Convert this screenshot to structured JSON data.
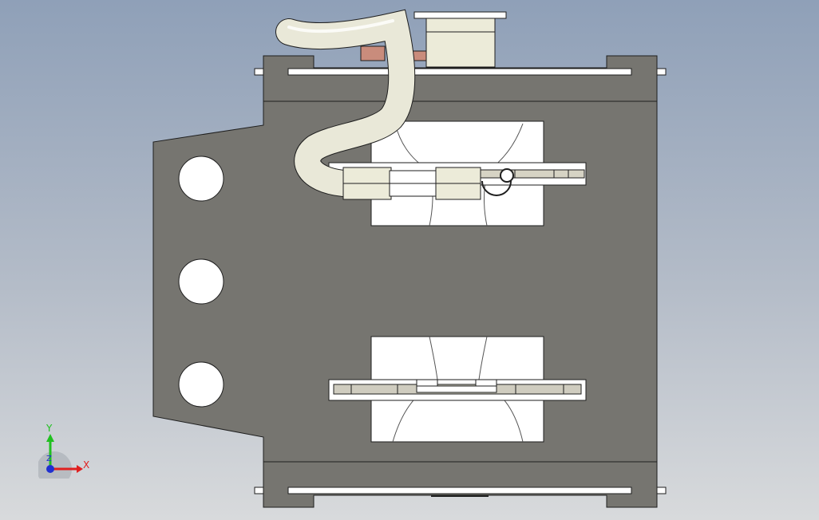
{
  "viewport": {
    "background_top": "#8fa0b8",
    "background_bottom": "#d8dadc"
  },
  "model": {
    "plate_color": "#767570",
    "outline_color": "#1e1e1e",
    "tube_color": "#e9e8d8",
    "accent_color": "#c98c7c",
    "holes_count": 3
  },
  "triad": {
    "x_label": "X",
    "y_label": "Y",
    "z_label": "Z",
    "x_color": "#e02020",
    "y_color": "#20c020",
    "z_color": "#2030d0"
  }
}
